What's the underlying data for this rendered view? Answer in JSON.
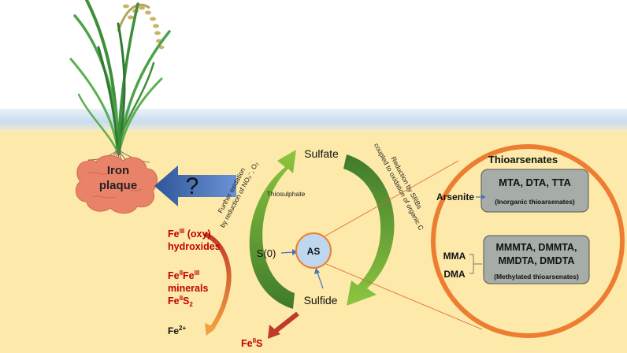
{
  "labels": {
    "iron_plaque_line1": "Iron",
    "iron_plaque_line2": "plaque",
    "question": "?",
    "sulfate": "Sulfate",
    "sulfide": "Sulfide",
    "thiosulphate": "Thiosulphate",
    "s0": "S(0)",
    "as": "AS",
    "left_arrow_line1": "Further oxidation",
    "left_arrow_line2": "by reduction of NO₃⁻, O₂",
    "right_arrow_line1": "Reduction by SRBs",
    "right_arrow_line2": "coupled to oxidation of organic C",
    "thioarsenates_title": "Thioarsenates",
    "arsenite": "Arsenite",
    "inorganic_species": "MTA, DTA, TTA",
    "inorganic_caption": "(Inorganic thioarsenates)",
    "mma": "MMA",
    "dma": "DMA",
    "methylated_species_line1": "MMMTA, DMMTA,",
    "methylated_species_line2": "MMDTA, DMDTA",
    "methylated_caption": "(Methylated thioarsenates)"
  },
  "iron_species": {
    "fe3_hydroxides_line1": "Fe",
    "fe3_hydroxides_sup": "III",
    "fe3_hydroxides_rest": " (oxy)",
    "fe3_hydroxides_line2": "hydroxides",
    "mixed_fe": "Fe",
    "mixed_sup1": "II",
    "mixed_mid": "Fe",
    "mixed_sup2": "III",
    "mixed_line2": "minerals",
    "fes2_fe": "Fe",
    "fes2_sup": "II",
    "fes2_rest": "S",
    "fes2_sub": "2",
    "fe2_base": "Fe",
    "fe2_sup": "2+",
    "fes_fe": "Fe",
    "fes_sup": "II",
    "fes_rest": "S"
  },
  "colors": {
    "soil": "#fde9a9",
    "water_band": "#cfe0f0",
    "green_arrow": "#5e9a3a",
    "green_arrow_light": "#8cc63f",
    "orange": "#ed7d31",
    "blue_arrow": "#4472c4",
    "iron_plaque": "#e8836a",
    "box_gray": "#a6aca8",
    "as_circle": "#bdd7ee",
    "dark_red": "#c00000"
  }
}
